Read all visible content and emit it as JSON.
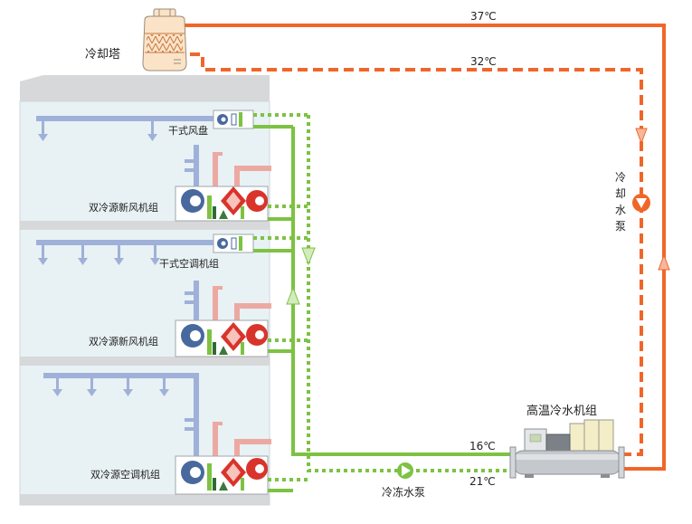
{
  "labels": {
    "cooling_tower": "冷却塔",
    "temp_37": "37℃",
    "temp_32": "32℃",
    "cooling_pump": [
      "冷",
      "却",
      "水",
      "泵"
    ],
    "dry_fcu": "干式风盘",
    "fresh_air_unit_1": "双冷源新风机组",
    "dry_ahu": "干式空调机组",
    "fresh_air_unit_2": "双冷源新风机组",
    "ahu": "双冷源空调机组",
    "chiller": "高温冷水机组",
    "temp_16": "16℃",
    "temp_21": "21℃",
    "chilled_pump": "冷冻水泵"
  },
  "colors": {
    "cooling_loop": "#f0662a",
    "chilled_loop": "#7dc242",
    "building_fill": "#e8f1f4",
    "roof": "#d7d8da",
    "duct": "#9fb1d8",
    "duct_warm": "#eca9a2",
    "fan_blue": "#48699d",
    "fan_red": "#d9342b"
  }
}
